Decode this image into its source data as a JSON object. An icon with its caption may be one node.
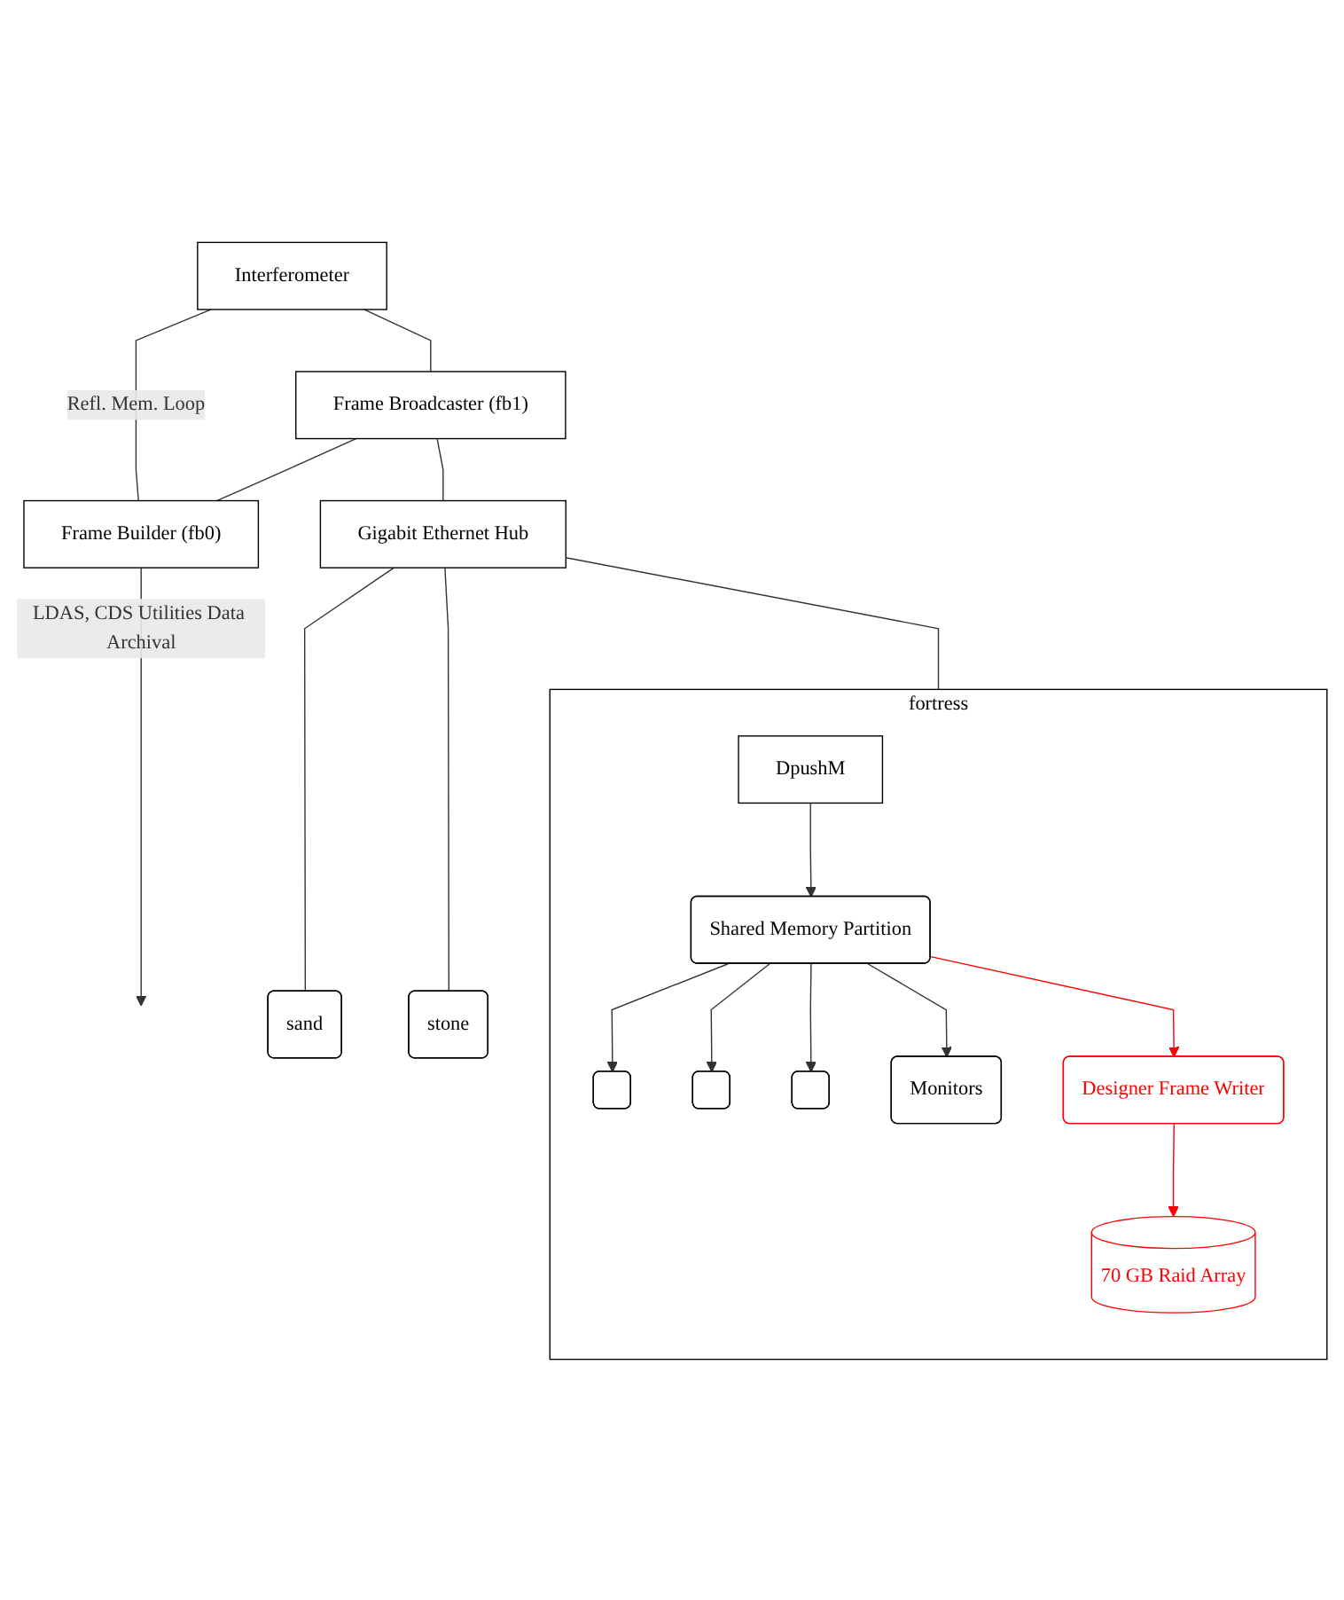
{
  "diagram": {
    "nodes": [
      {
        "text": [
          "Interferometer"
        ]
      },
      {
        "text": [
          "Frame Broadcaster (fb1)"
        ]
      },
      {
        "text": [
          "Frame Builder (fb0)"
        ]
      },
      {
        "text": [
          "Gigabit Ethernet Hub"
        ]
      },
      {
        "text": [
          "sand"
        ]
      },
      {
        "text": [
          "stone"
        ]
      },
      {
        "text": [
          "fortress"
        ]
      },
      {
        "text": [
          "DpushM"
        ],
        "in": 6
      },
      {
        "text": [
          "Shared Memory Partition"
        ],
        "in": 6
      },
      {
        "text": [],
        "shape": "box",
        "in": 6
      },
      {
        "text": [],
        "shape": "box",
        "in": 6
      },
      {
        "text": [],
        "shape": "box",
        "in": 6
      },
      {
        "text": [
          "Monitors"
        ],
        "in": 6
      },
      {
        "text": [
          "Designer Frame Writer"
        ],
        "in": 6
      },
      {
        "text": [
          "70 GB Raid Array"
        ],
        "in": 6
      }
    ],
    "edges": [
      {
        "from": 0,
        "to": 1,
        "arrow": "none"
      },
      {
        "from": 1,
        "to": 2,
        "arrow": "none"
      },
      {
        "from": 2,
        "to": 0,
        "arrow": "none",
        "label": "Refl. Mem. Loop"
      },
      {
        "from": 1,
        "to": 3,
        "arrow": "none"
      },
      {
        "from": 2,
        "to": null,
        "arrow": "to",
        "label": "LDAS, CDS Utilities Data Archival"
      },
      {
        "from": 3,
        "to": 4,
        "arrow": "none"
      },
      {
        "from": 3,
        "to": 5,
        "arrow": "none"
      },
      {
        "from": 3,
        "to": 6,
        "arrow": "none"
      },
      {
        "from": 7,
        "to": 8,
        "arrow": "to"
      },
      {
        "from": 8,
        "to": 9,
        "arrow": "to"
      },
      {
        "from": 8,
        "to": 10,
        "arrow": "to"
      },
      {
        "from": 8,
        "to": 11,
        "arrow": "to"
      },
      {
        "from": 8,
        "to": 12,
        "arrow": "to"
      },
      {
        "from": 8,
        "to": 13,
        "arrow": "to",
        "color": "#ff0000"
      },
      {
        "from": 13,
        "to": 14,
        "arrow": "to",
        "color": "#ff0000"
      }
    ]
  }
}
